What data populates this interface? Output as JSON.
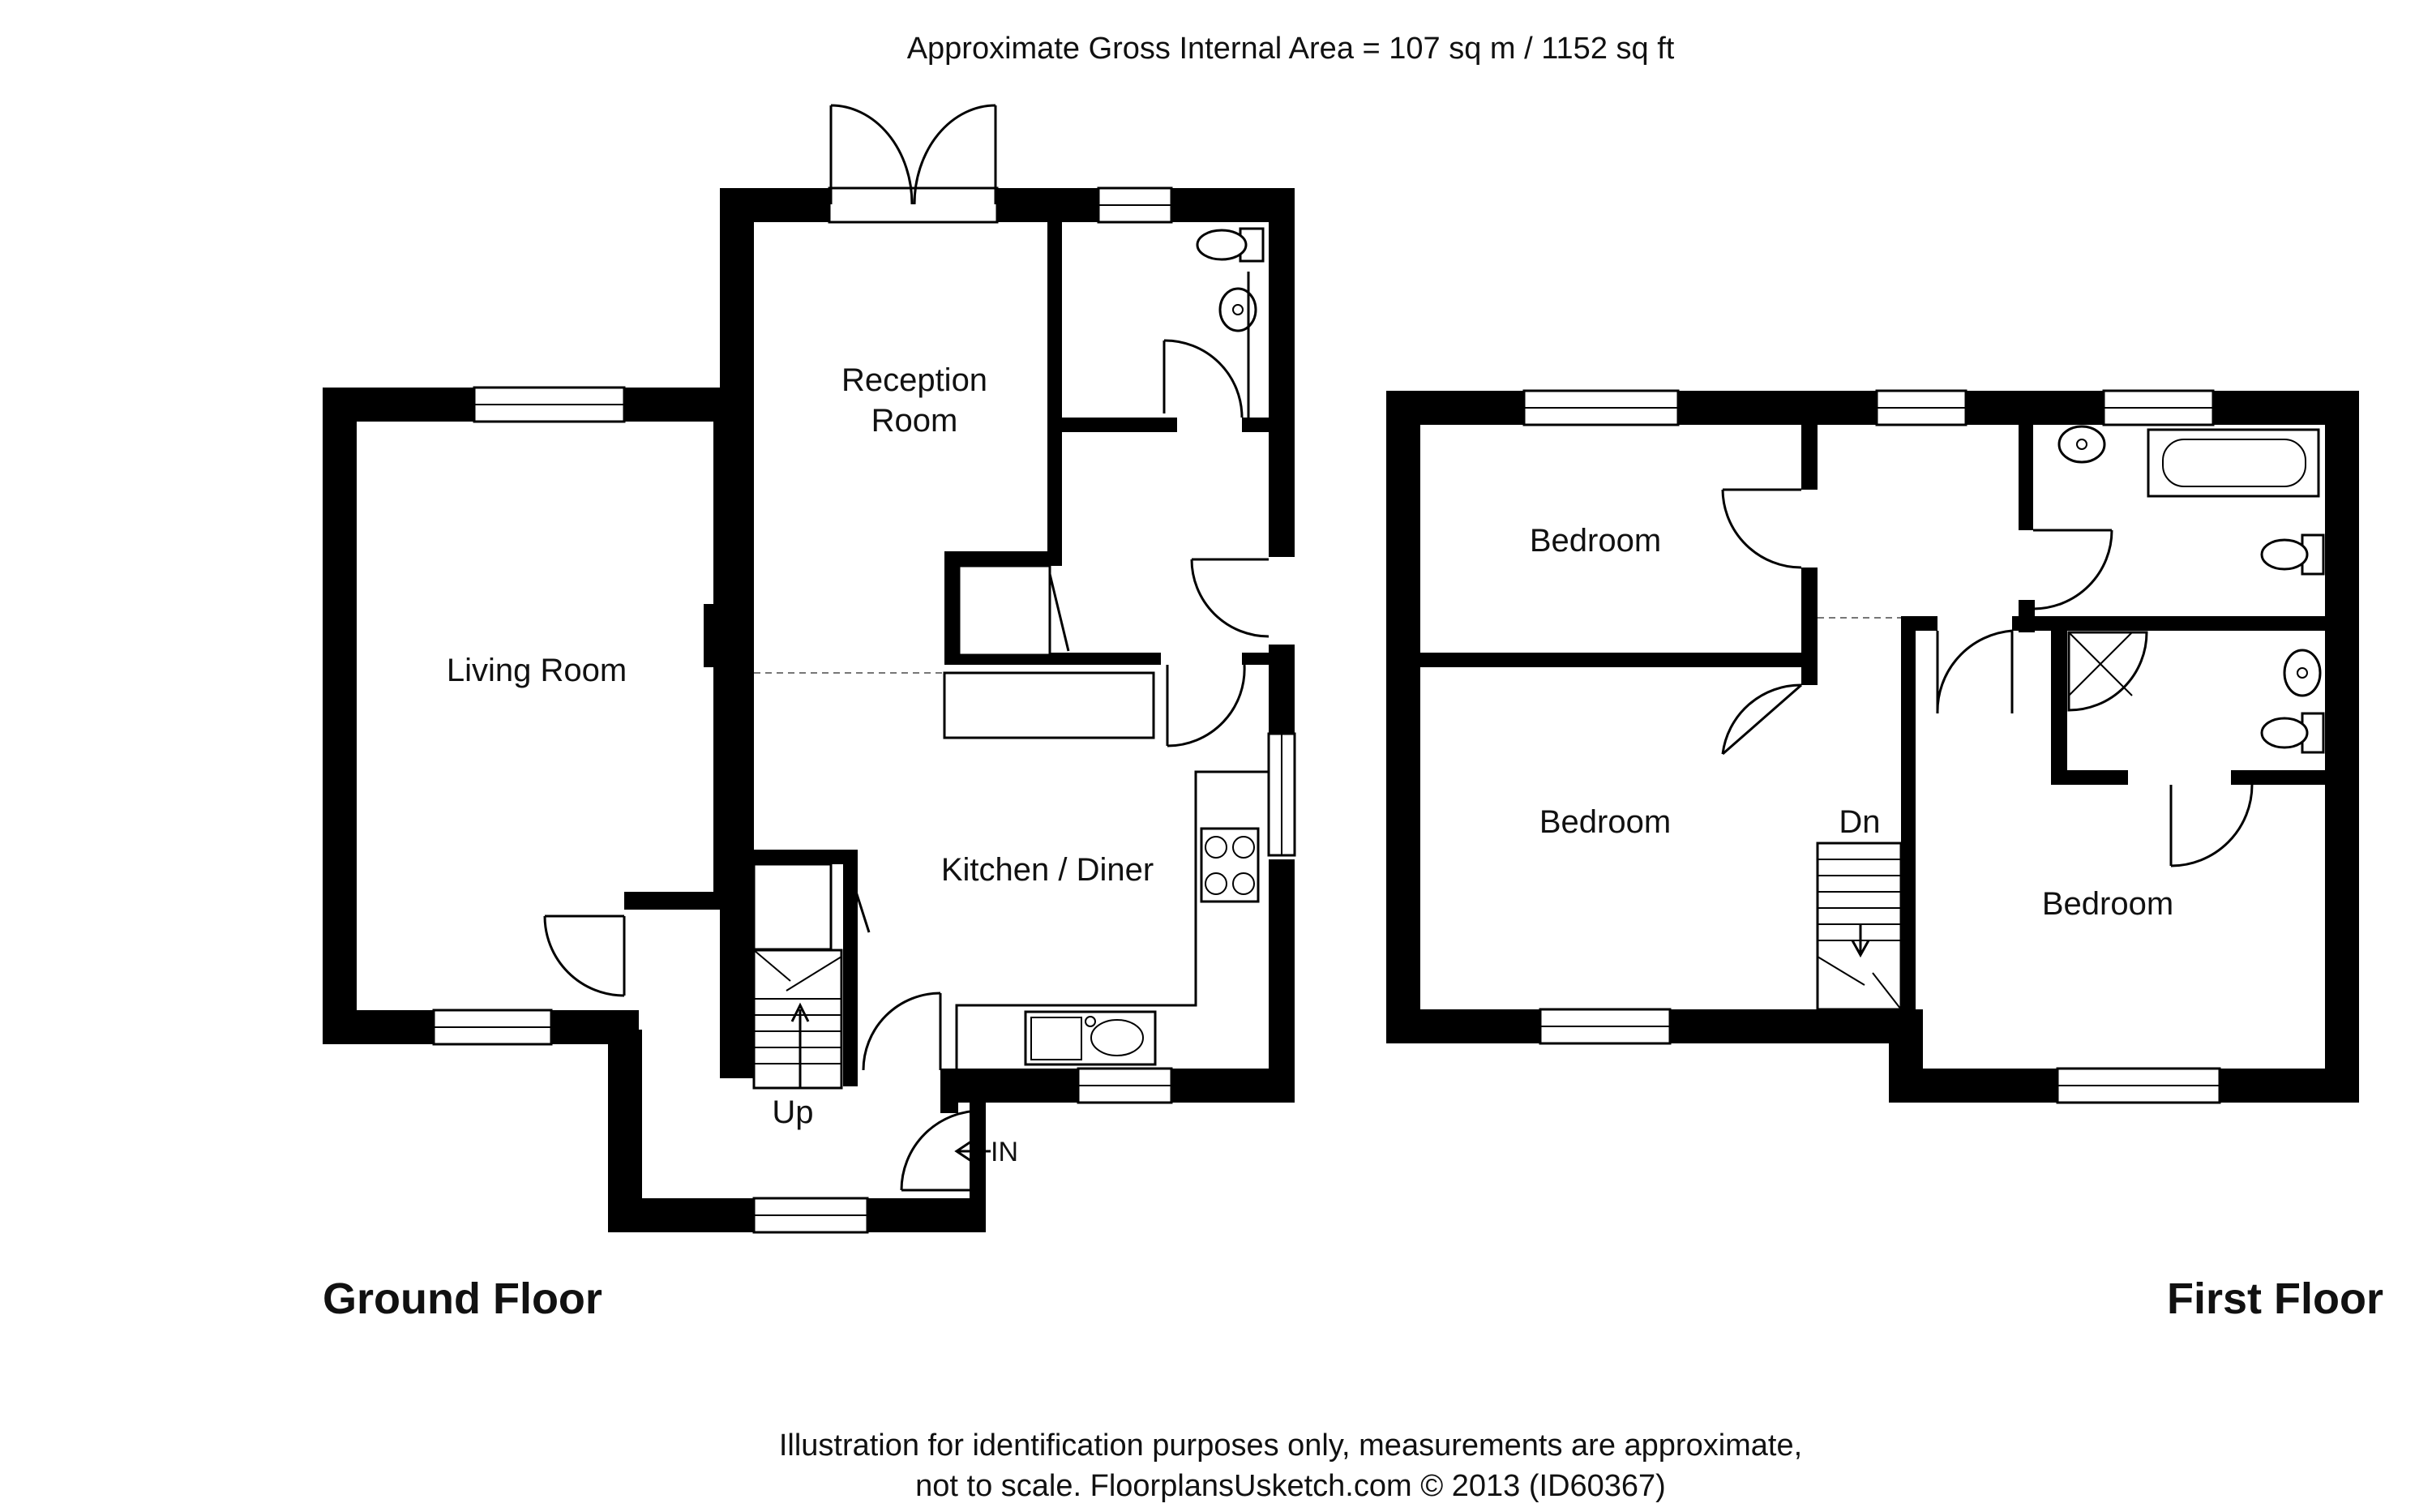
{
  "header": {
    "area_text": "Approximate Gross Internal Area = 107 sq m / 1152 sq ft"
  },
  "ground_floor": {
    "title": "Ground Floor",
    "rooms": {
      "reception": [
        "Reception",
        "Room"
      ],
      "living": "Living Room",
      "kitchen": "Kitchen / Diner"
    },
    "stairs_label": "Up",
    "entrance_label": "IN"
  },
  "first_floor": {
    "title": "First Floor",
    "rooms": {
      "bedroom_1": "Bedroom",
      "bedroom_2": "Bedroom",
      "bedroom_3": "Bedroom"
    },
    "stairs_label": "Dn"
  },
  "footer": {
    "line1": "Illustration for identification purposes only, measurements are approximate,",
    "line2": "not to scale. FloorplansUsketch.com © 2013 (ID60367)"
  }
}
